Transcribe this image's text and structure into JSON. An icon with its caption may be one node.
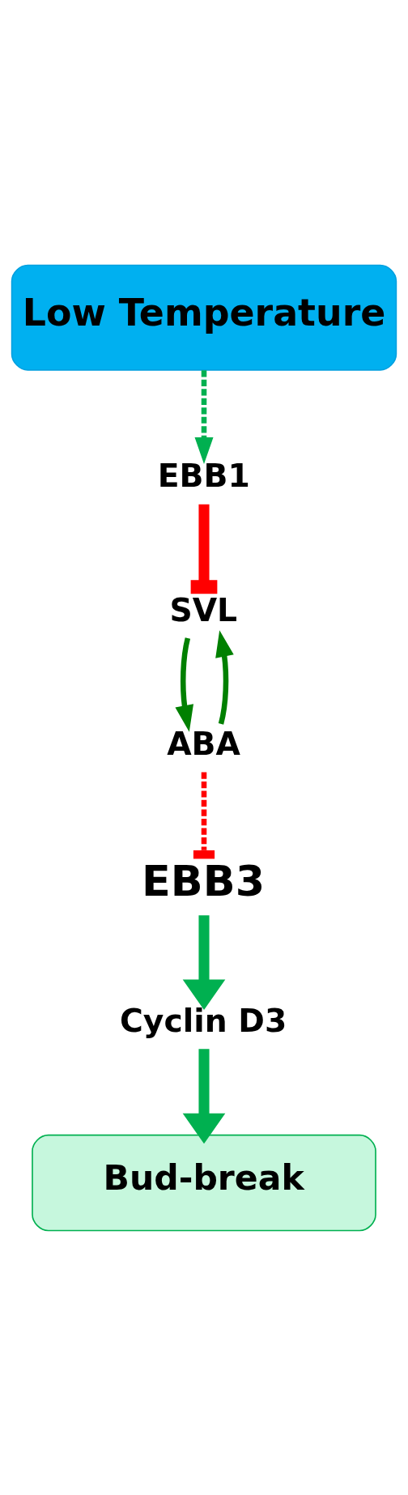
{
  "diagram": {
    "nodes": [
      {
        "text": [
          "Low Temperature"
        ]
      },
      {
        "text": [
          "EBB1"
        ]
      },
      {
        "text": [
          "SVL"
        ]
      },
      {
        "text": [
          "ABA"
        ]
      },
      {
        "text": [
          "EBB3"
        ]
      },
      {
        "text": [
          "Cyclin D3"
        ]
      },
      {
        "text": [
          "Bud-break"
        ]
      }
    ],
    "edges": [
      {
        "from": 0,
        "to": 1,
        "arrow": "to",
        "style": "dashed",
        "color": "#00b050"
      },
      {
        "from": 1,
        "to": 2,
        "arrow": "other",
        "style": "thick",
        "color": "#ff0000"
      },
      {
        "from": 2,
        "to": 3,
        "arrow": "to",
        "color": "#008000"
      },
      {
        "from": 3,
        "to": 2,
        "arrow": "to",
        "color": "#008000"
      },
      {
        "from": 3,
        "to": 4,
        "arrow": "other",
        "style": "dashed",
        "color": "#ff0000"
      },
      {
        "from": 4,
        "to": 5,
        "arrow": "to",
        "style": "thick",
        "color": "#00b050"
      },
      {
        "from": 5,
        "to": 6,
        "arrow": "to",
        "style": "thick",
        "color": "#00b050"
      }
    ]
  }
}
